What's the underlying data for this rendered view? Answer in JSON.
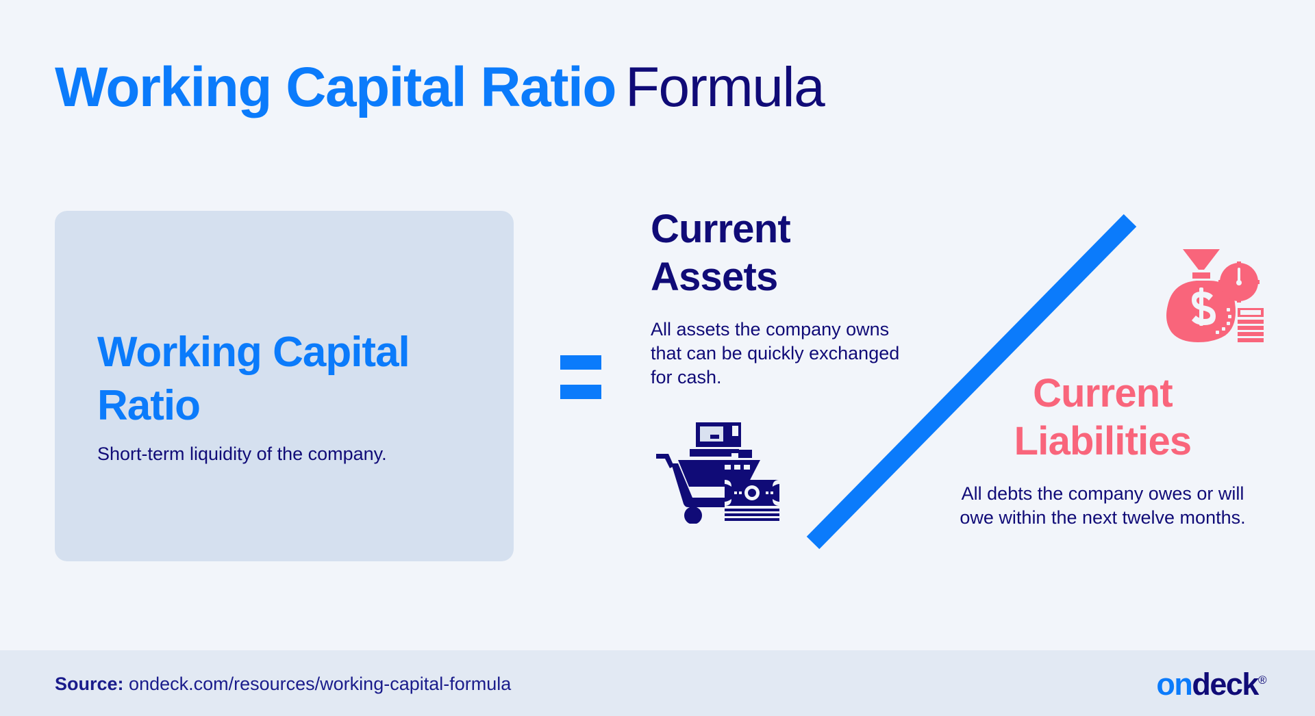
{
  "header": {
    "title_strong": "Working Capital Ratio",
    "title_light": "Formula"
  },
  "card": {
    "title": "Working Capital Ratio",
    "subtitle": "Short-term liquidity of the company."
  },
  "operator": {
    "symbol": "equals-sign"
  },
  "numerator": {
    "title": "Current Assets",
    "description": "All assets the company owns that can be quickly exchanged for cash.",
    "icon": "cart-ship-cash-icon"
  },
  "divider": {
    "icon": "diagonal-slash-divider"
  },
  "denominator": {
    "title": "Current Liabilities",
    "description": "All debts the company owes or will owe within the next twelve months.",
    "icon": "money-bag-clock-bills-icon"
  },
  "footer": {
    "source_label": "Source:",
    "source_url": "ondeck.com/resources/working-capital-formula",
    "logo_part1": "on",
    "logo_part2": "deck",
    "logo_mark": "®"
  },
  "colors": {
    "background": "#F2F5FA",
    "brand_blue": "#0B7BFB",
    "navy": "#100B77",
    "coral": "#F9657B",
    "card_bg": "#D5E0EF",
    "footer_bg": "#E2E9F3"
  }
}
